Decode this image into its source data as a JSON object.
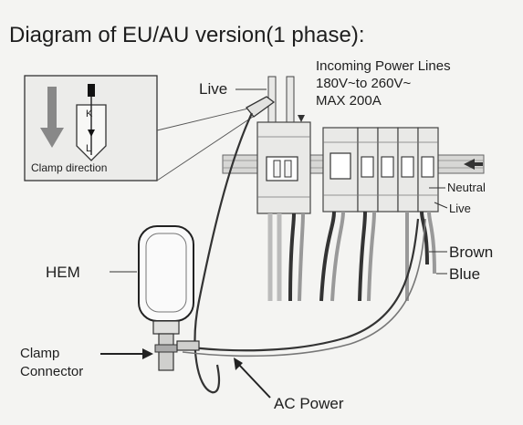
{
  "title": "Diagram of EU/AU version(1 phase):",
  "power_lines": [
    "Incoming Power Lines",
    "180V~to 260V~",
    "MAX 200A"
  ],
  "labels": {
    "live_top": "Live",
    "clamp_direction": "Clamp direction",
    "neutral": "Neutral",
    "live_right": "Live",
    "brown": "Brown",
    "blue": "Blue",
    "hem": "HEM",
    "clamp_connector": [
      "Clamp",
      "Connector"
    ],
    "ac_power": "AC Power"
  },
  "colors": {
    "background": "#f4f4f2",
    "ink": "#1e1e1e",
    "panel": "#dcdcdc"
  }
}
